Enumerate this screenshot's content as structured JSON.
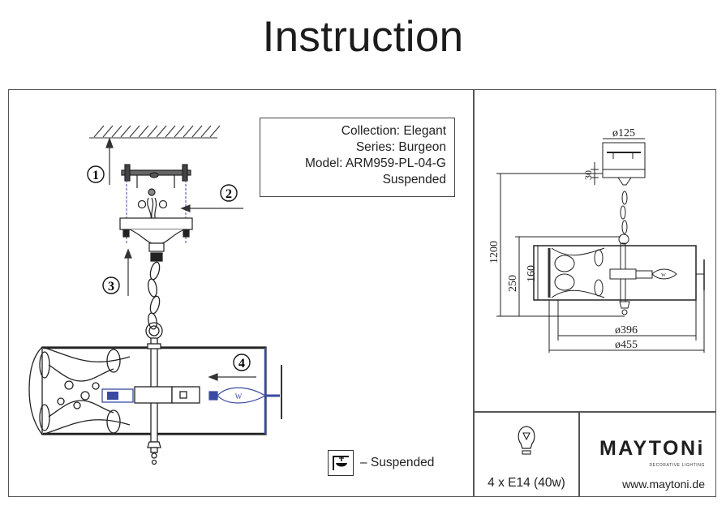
{
  "header": {
    "title": "Instruction"
  },
  "info": {
    "collection": "Collection: Elegant",
    "series": "Series: Burgeon",
    "model": "Model: ARM959-PL-04-G",
    "type": "Suspended"
  },
  "steps": [
    "1",
    "2",
    "3",
    "4"
  ],
  "dimensions": {
    "canopy_width": "ø125",
    "canopy_height": "30",
    "total_height": "1200",
    "body_height": "250",
    "shade_height": "160",
    "shade_width": "ø396",
    "total_width": "ø455"
  },
  "legend": {
    "icon": "suspended-ceiling-icon",
    "label": "– Suspended"
  },
  "bulb": {
    "icon": "light-bulb-icon",
    "spec": "4 x E14 (40w)"
  },
  "brand": {
    "name": "MAYTONi",
    "tagline": "DECORATIVE LIGHTING",
    "url": "www.maytoni.de"
  },
  "colors": {
    "line": "#222222",
    "blue_accent": "#3a4aa0",
    "frame": "#555555"
  }
}
